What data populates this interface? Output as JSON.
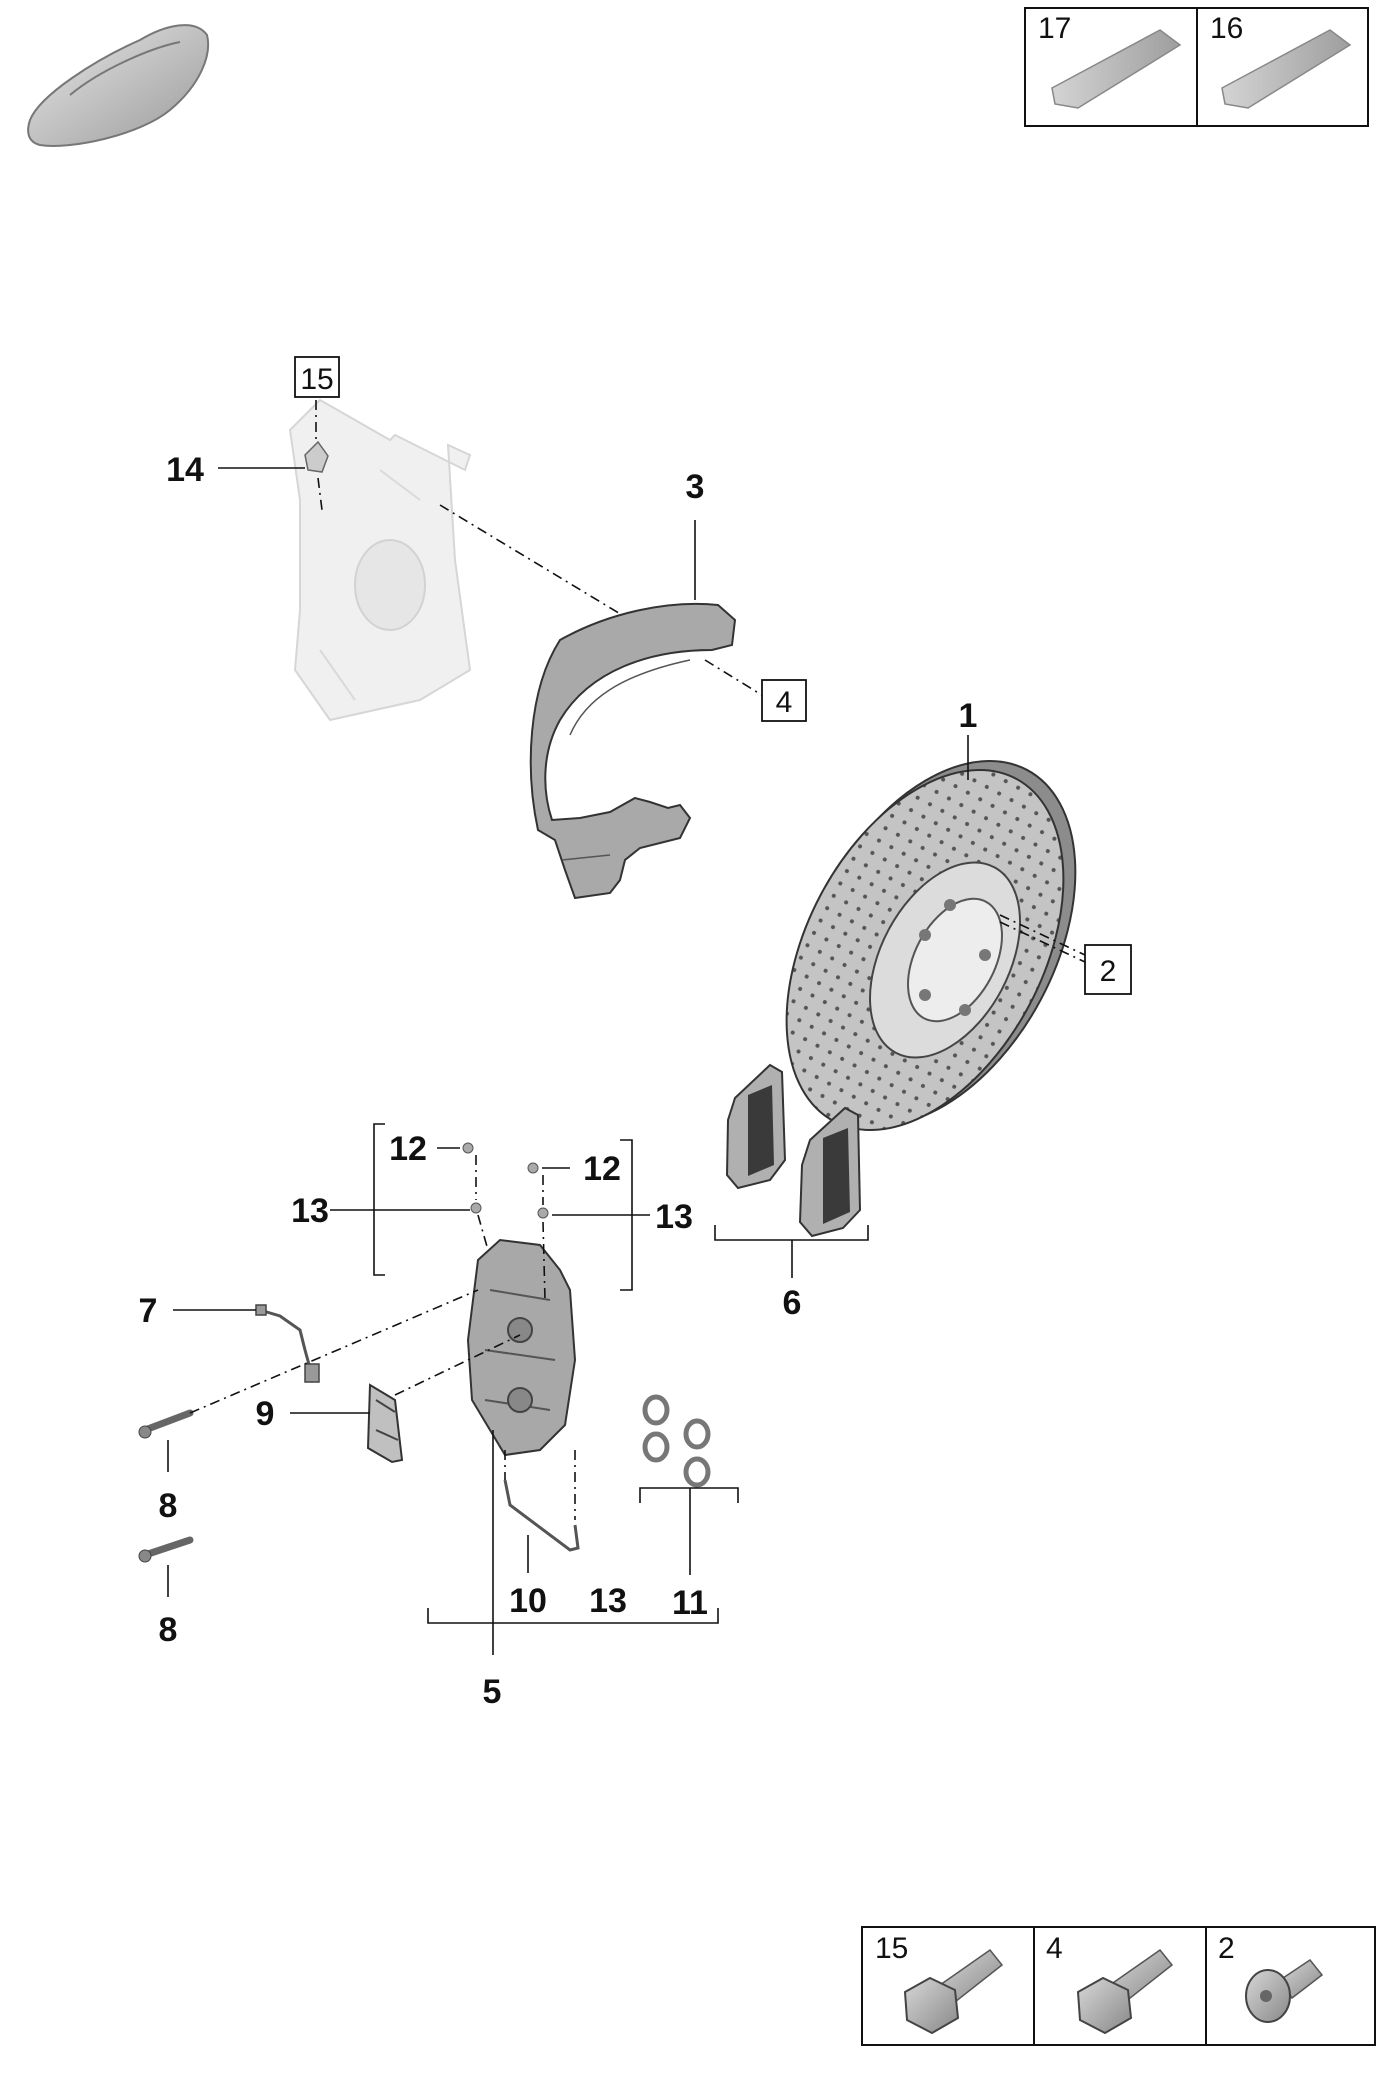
{
  "top_panel": {
    "cells": [
      {
        "number": "17",
        "icon": "grease-tube-icon"
      },
      {
        "number": "16",
        "icon": "grease-tube-icon"
      }
    ]
  },
  "bottom_panel": {
    "cells": [
      {
        "number": "15",
        "icon": "hex-bolt-icon"
      },
      {
        "number": "4",
        "icon": "hex-bolt-icon"
      },
      {
        "number": "2",
        "icon": "torx-screw-icon"
      }
    ]
  },
  "callouts": {
    "c1": "1",
    "c2": "2",
    "c3": "3",
    "c4": "4",
    "c5": "5",
    "c6": "6",
    "c7": "7",
    "c8a": "8",
    "c8b": "8",
    "c9": "9",
    "c10": "10",
    "c11": "11",
    "c12a": "12",
    "c12b": "12",
    "c13a": "13",
    "c13b": "13",
    "c13c": "13",
    "c14": "14",
    "c15": "15"
  },
  "colors": {
    "line": "#111111",
    "part_fill": "#b8b8b8",
    "ghost_fill": "#eeeeee"
  }
}
